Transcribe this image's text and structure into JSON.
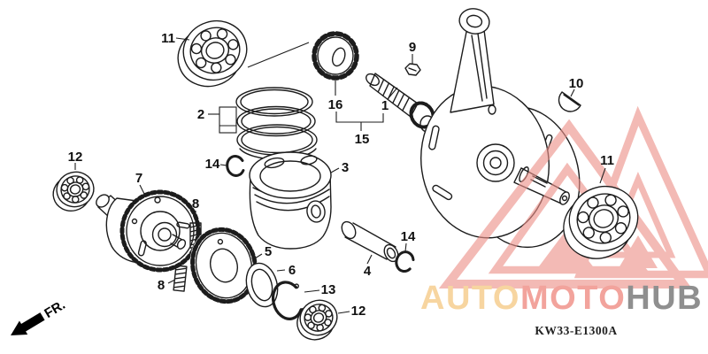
{
  "callouts": [
    {
      "num": "11"
    },
    {
      "num": "2"
    },
    {
      "num": "16"
    },
    {
      "num": "1"
    },
    {
      "num": "15"
    },
    {
      "num": "9"
    },
    {
      "num": "10"
    },
    {
      "num": "14"
    },
    {
      "num": "3"
    },
    {
      "num": "12"
    },
    {
      "num": "7"
    },
    {
      "num": "8"
    },
    {
      "num": "8"
    },
    {
      "num": "5"
    },
    {
      "num": "6"
    },
    {
      "num": "13"
    },
    {
      "num": "12"
    },
    {
      "num": "4"
    },
    {
      "num": "14"
    },
    {
      "num": "11"
    }
  ],
  "footer": {
    "diagram_code": "KW33-E1300A"
  },
  "orientation": {
    "fr_label": "FR."
  },
  "watermark": {
    "segment1": "AUTO",
    "segment2": "MOTO",
    "segment3": "HUB",
    "segment1_color": "#f7d5a0",
    "segment2_color": "#f2a39c",
    "segment3_color": "#8f8f8f",
    "triangle_color": "#ec9089"
  }
}
